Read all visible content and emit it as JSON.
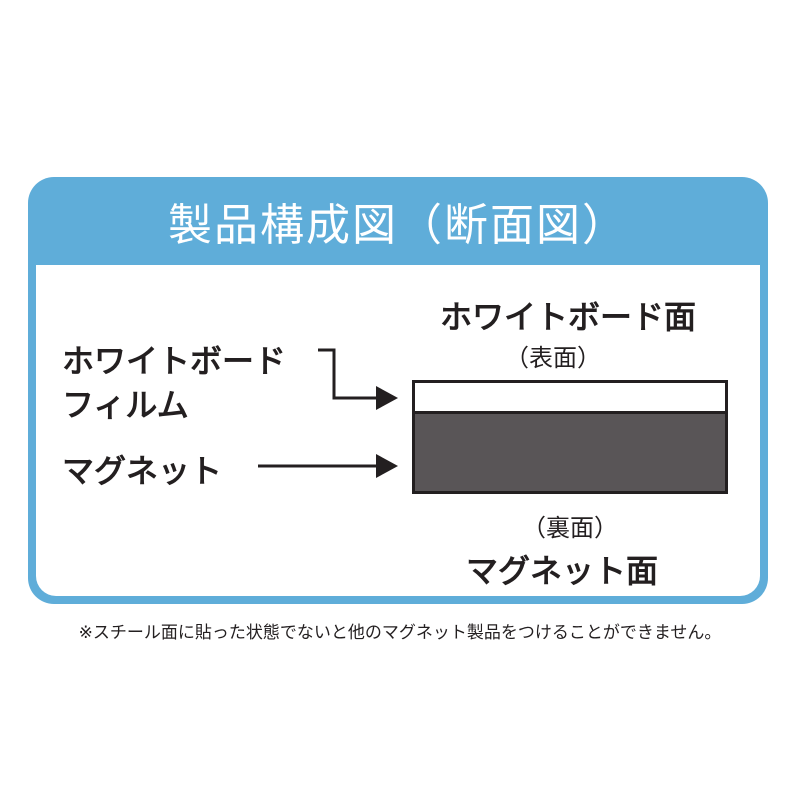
{
  "title": "製品構成図（断面図）",
  "labels": {
    "film_line1": "ホワイトボード",
    "film_line2": "フィルム",
    "magnet": "マグネット",
    "front_face": "ホワイトボード面",
    "front_sub": "（表面）",
    "back_sub": "（裏面）",
    "back_face": "マグネット面"
  },
  "note": "※スチール面に貼った状態でないと他のマグネット製品をつけることができません。",
  "colors": {
    "frame": "#5fadd9",
    "film": "#ffffff",
    "magnet": "#595557",
    "ink": "#231f20"
  }
}
